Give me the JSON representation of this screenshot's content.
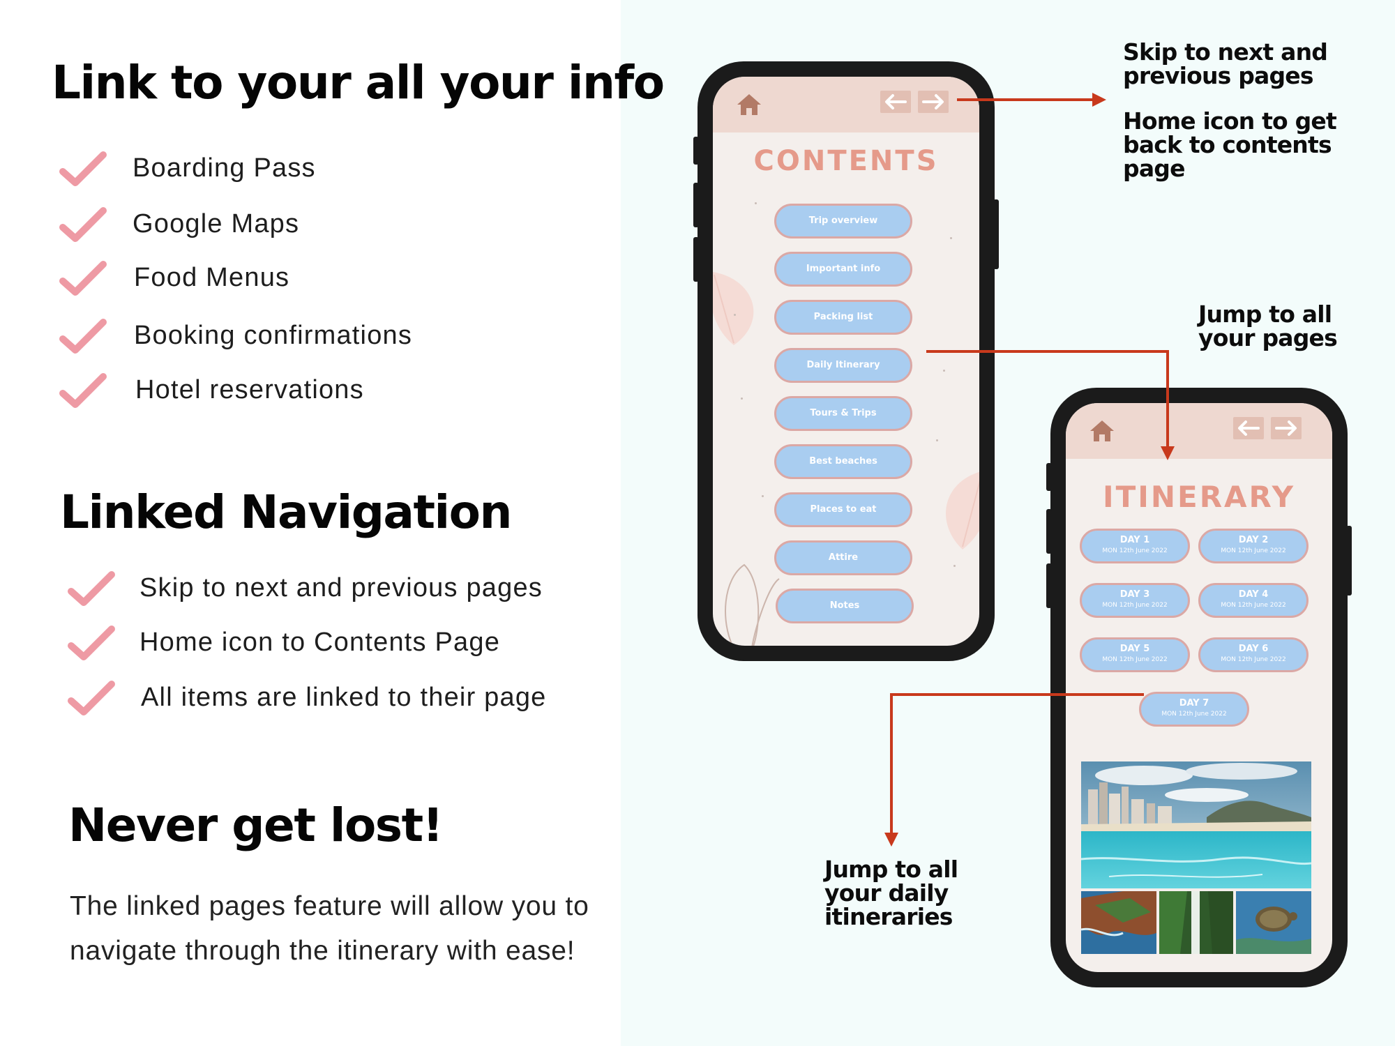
{
  "headings": {
    "link_info": "Link to your all your info",
    "linked_navigation": "Linked Navigation",
    "never_lost": "Never get lost!"
  },
  "info_checklist": [
    "Boarding Pass",
    "Google Maps",
    "Food Menus",
    "Booking confirmations",
    "Hotel reservations"
  ],
  "nav_checklist": [
    "Skip to next and previous pages",
    "Home icon to Contents Page",
    "All items are linked to their page"
  ],
  "paragraph": "The linked pages feature will allow you to navigate through the itinerary with ease!",
  "contents_screen": {
    "title": "CONTENTS",
    "items": [
      "Trip overview",
      "Important info",
      "Packing list",
      "Daily Itinerary",
      "Tours & Trips",
      "Best beaches",
      "Places to eat",
      "Attire",
      "Notes"
    ]
  },
  "itinerary_screen": {
    "title": "ITINERARY",
    "days": [
      {
        "label": "DAY 1",
        "date": "MON 12th June 2022"
      },
      {
        "label": "DAY 2",
        "date": "MON 12th June 2022"
      },
      {
        "label": "DAY 3",
        "date": "MON 12th June 2022"
      },
      {
        "label": "DAY 4",
        "date": "MON 12th June 2022"
      },
      {
        "label": "DAY 5",
        "date": "MON 12th June 2022"
      },
      {
        "label": "DAY 6",
        "date": "MON 12th June 2022"
      },
      {
        "label": "DAY 7",
        "date": "MON 12th June 2022"
      }
    ]
  },
  "annotations": {
    "skip_line1": "Skip to next and",
    "skip_line2": "previous pages",
    "home_line1": "Home icon to get",
    "home_line2": "back to contents",
    "home_line3": "page",
    "jump_line1": "Jump to all",
    "jump_line2": "your pages",
    "daily_line1": "Jump to all",
    "daily_line2": "your daily",
    "daily_line3": "itineraries"
  },
  "colors": {
    "check": "#ee9aa4",
    "arrow": "#c8391c",
    "pill": "#a9cdf0",
    "title": "#e59a8a",
    "topbar": "#eed8d0"
  }
}
